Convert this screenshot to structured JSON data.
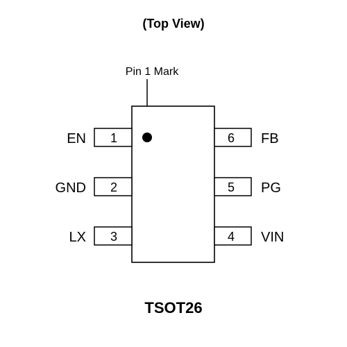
{
  "header": {
    "view_label": "(Top View)"
  },
  "marker": {
    "label": "Pin 1 Mark"
  },
  "package": {
    "name": "TSOT26"
  },
  "pins_left": [
    {
      "number": "1",
      "name": "EN"
    },
    {
      "number": "2",
      "name": "GND"
    },
    {
      "number": "3",
      "name": "LX"
    }
  ],
  "pins_right": [
    {
      "number": "6",
      "name": "FB"
    },
    {
      "number": "5",
      "name": "PG"
    },
    {
      "number": "4",
      "name": "VIN"
    }
  ]
}
